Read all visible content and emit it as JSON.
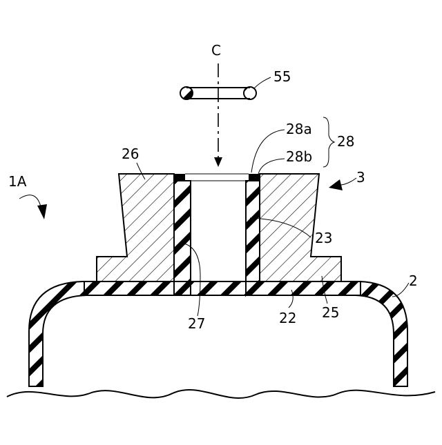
{
  "figure": {
    "labels": {
      "axis": "C",
      "oring": "55",
      "assembly": "1A",
      "mouthpiece": "3",
      "liner": "2",
      "bracket_group": "28",
      "part_28a": "28a",
      "part_28b": "28b",
      "part_26": "26",
      "part_23": "23",
      "part_27": "27",
      "part_22": "22",
      "part_25": "25"
    },
    "colors": {
      "ink": "#000000",
      "paper": "#ffffff"
    }
  }
}
